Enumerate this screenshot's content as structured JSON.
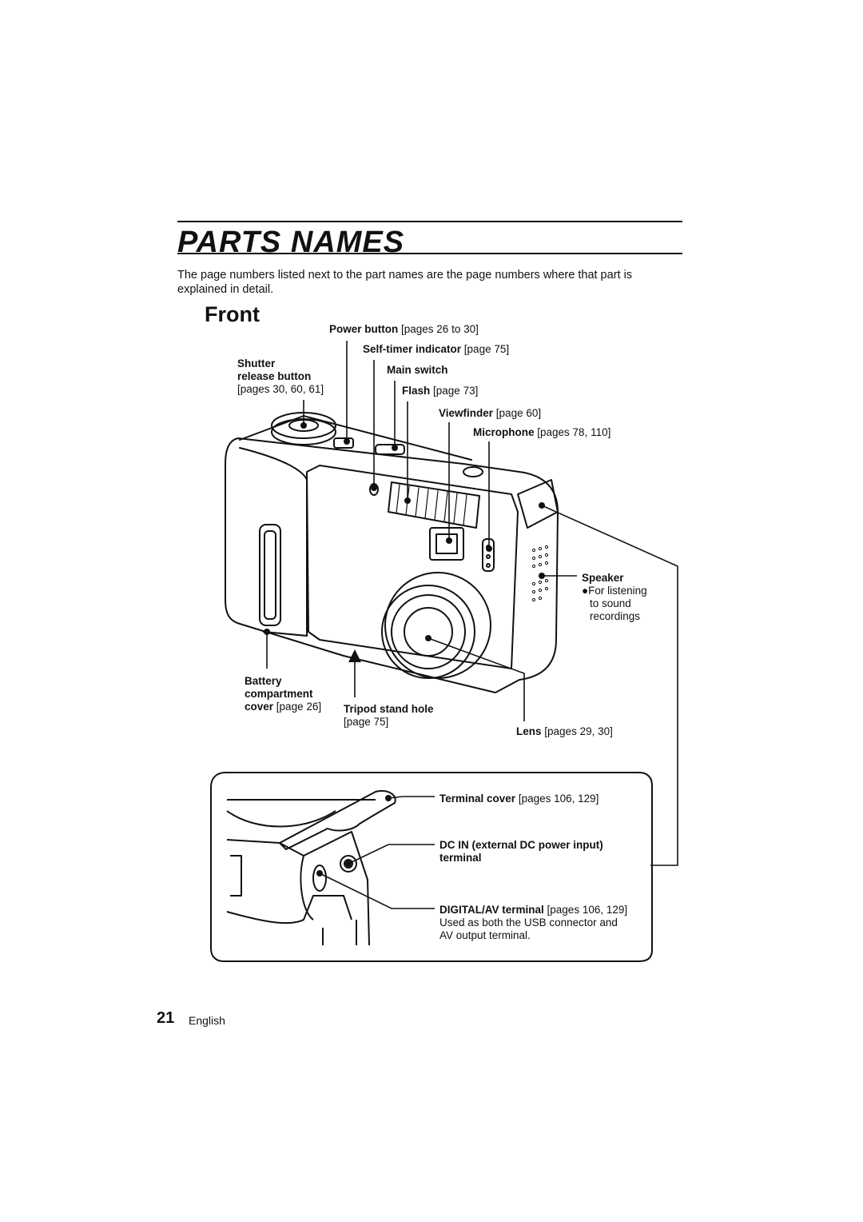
{
  "title": "PARTS NAMES",
  "intro": "The page numbers listed next to the part names are the page numbers where that part is explained in detail.",
  "section": "Front",
  "labels": {
    "power_button": {
      "name": "Power button",
      "ref": "[pages 26 to 30]"
    },
    "self_timer": {
      "name": "Self-timer indicator",
      "ref": "[page 75]"
    },
    "shutter_l1": "Shutter",
    "shutter_l2": "release button",
    "shutter_ref": "[pages 30, 60, 61]",
    "main_switch": "Main switch",
    "flash": {
      "name": "Flash",
      "ref": "[page 73]"
    },
    "viewfinder": {
      "name": "Viewfinder",
      "ref": "[page 60]"
    },
    "microphone": {
      "name": "Microphone",
      "ref": "[pages 78, 110]"
    },
    "speaker": "Speaker",
    "speaker_note_l1": "For listening",
    "speaker_note_l2": "to sound",
    "speaker_note_l3": "recordings",
    "battery_l1": "Battery",
    "battery_l2": "compartment",
    "battery_l3_name": "cover",
    "battery_l3_ref": "[page 26]",
    "tripod": "Tripod stand hole",
    "tripod_ref": "[page 75]",
    "lens": {
      "name": "Lens",
      "ref": "[pages 29, 30]"
    },
    "terminal_cover": {
      "name": "Terminal cover",
      "ref": "[pages 106, 129]"
    },
    "dcin_l1": "DC IN (external DC power input)",
    "dcin_l2": "terminal",
    "digital_av": {
      "name": "DIGITAL/AV terminal",
      "ref": "[pages 106, 129]"
    },
    "digital_av_note_l1": "Used as both the USB connector and",
    "digital_av_note_l2": "AV output terminal."
  },
  "footer": {
    "page_number": "21",
    "language": "English"
  }
}
